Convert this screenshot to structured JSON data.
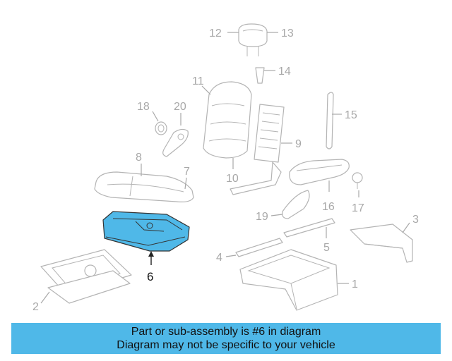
{
  "diagram": {
    "highlighted_part": "6",
    "callouts": {
      "c1": "1",
      "c2": "2",
      "c3": "3",
      "c4": "4",
      "c5": "5",
      "c6": "6",
      "c7": "7",
      "c8": "8",
      "c9": "9",
      "c10": "10",
      "c11": "11",
      "c12": "12",
      "c13": "13",
      "c14": "14",
      "c15": "15",
      "c16": "16",
      "c17": "17",
      "c18": "18",
      "c19": "19",
      "c20": "20"
    },
    "colors": {
      "highlight": "#4fb8e8",
      "outline": "#b4b4b4",
      "banner": "#4fb8e8"
    }
  },
  "banner": {
    "line1": "Part or sub-assembly is #6 in diagram",
    "line2": "Diagram may not be specific to your vehicle"
  }
}
